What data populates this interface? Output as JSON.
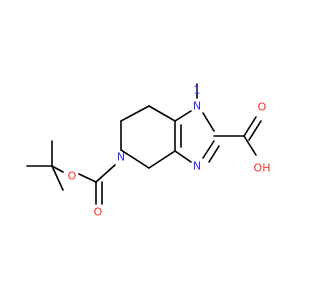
{
  "molecule": {
    "atoms": {
      "n1": "N",
      "n3": "N",
      "n5": "N",
      "o_carbonyl_acid": "O",
      "o_hydroxyl": "OH",
      "o_boc_ester": "O",
      "o_boc_carbonyl": "O",
      "methyl_number": "1"
    },
    "colors": {
      "bond": "#000000",
      "nitrogen": "#2a2aff",
      "oxygen": "#ff2a2a"
    }
  }
}
